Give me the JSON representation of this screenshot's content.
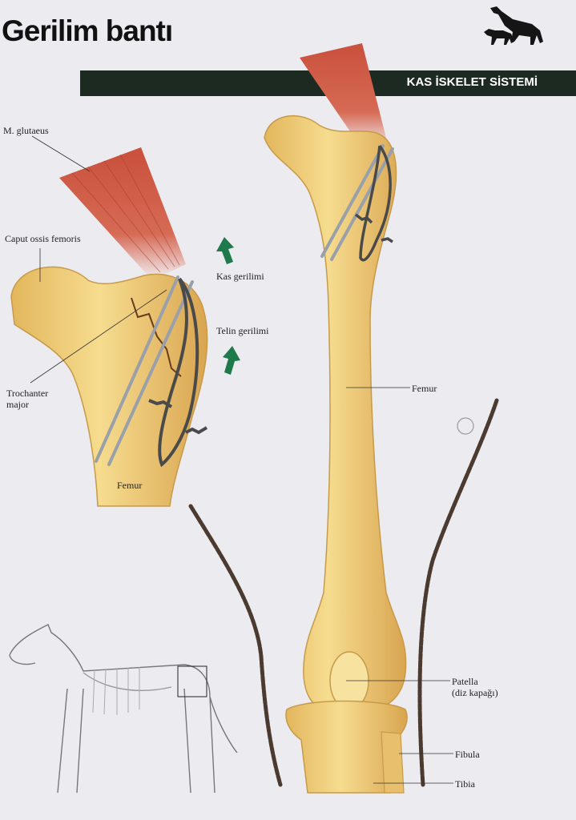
{
  "header": {
    "title": "Gerilim bantı",
    "section": "KAS İSKELET SİSTEMİ"
  },
  "labels": {
    "m_glutaeus": "M. glutaeus",
    "caput": "Caput ossis femoris",
    "kas_gerilimi": "Kas gerilimi",
    "telin_gerilimi": "Telin gerilimi",
    "trochanter_1": "Trochanter",
    "trochanter_2": "major",
    "femur_detail": "Femur",
    "femur_main": "Femur",
    "patella_1": "Patella",
    "patella_2": "(diz kapağı)",
    "fibula": "Fibula",
    "tibia": "Tibia"
  },
  "icons": [
    "dog-cat-logo-icon",
    "up-arrow-icon",
    "down-arrow-icon",
    "dog-skeleton-icon"
  ],
  "colors": {
    "bone": "#f0cf79",
    "bone_shade": "#d9a94e",
    "muscle": "#c9503c",
    "tendon": "#f1f2f7",
    "wire": "#4a4a4a",
    "arrow": "#1e7a4a",
    "section_bar": "#1d2a22"
  }
}
